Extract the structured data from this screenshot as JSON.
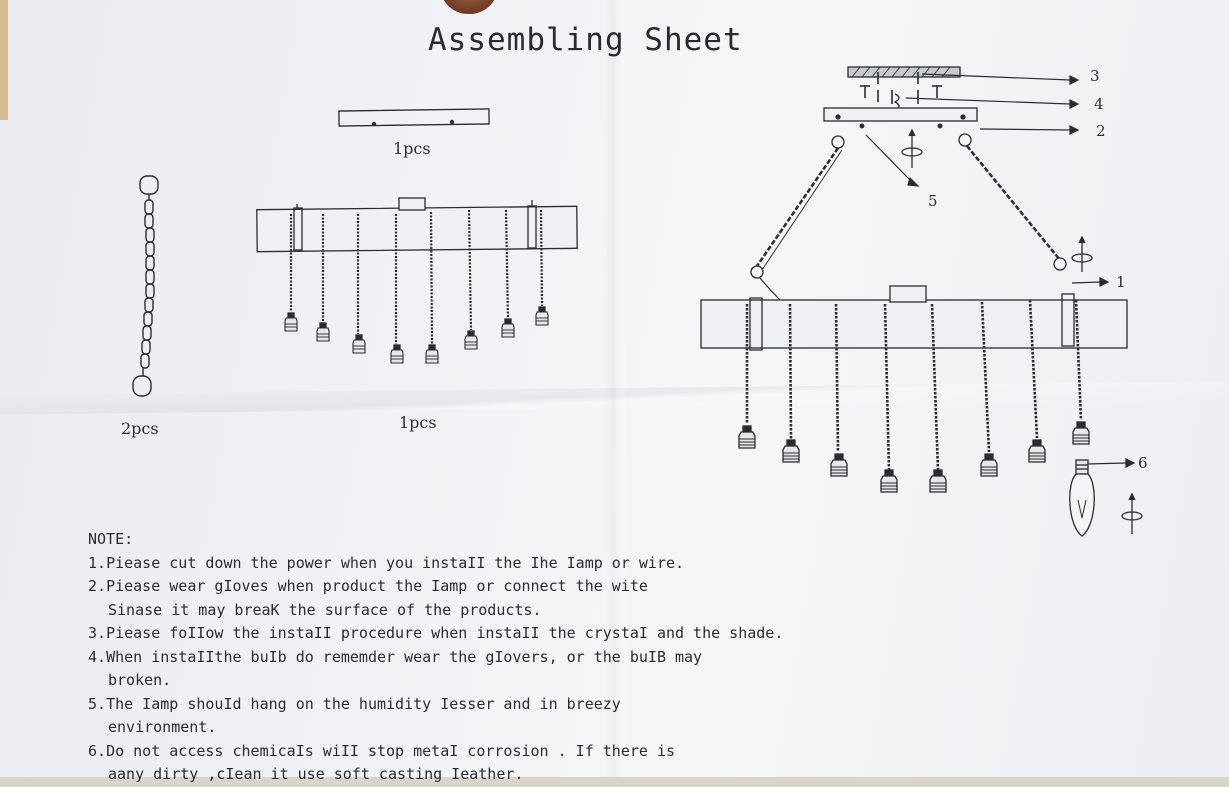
{
  "document": {
    "title": "Assembling Sheet",
    "parts": {
      "bracket_qty": "1pcs",
      "chain_qty": "2pcs",
      "bar_qty": "1pcs"
    },
    "callouts": [
      "3",
      "4",
      "2",
      "5",
      "1",
      "6"
    ],
    "notes": {
      "heading": "NOTE:",
      "items": [
        {
          "num": "1.",
          "lines": [
            "Piease cut down the power when you instaII the Ihe Iamp or wire."
          ]
        },
        {
          "num": "2.",
          "lines": [
            "Piease wear gIoves when product the Iamp or connect the wite",
            "Sinase it may breaK the surface of the products."
          ]
        },
        {
          "num": "3.",
          "lines": [
            "Piease foIIow the instaII procedure when instaII the crystaI and the shade."
          ]
        },
        {
          "num": "4.",
          "lines": [
            "When instaIIthe buIb do rememder wear the gIovers, or the buIB may",
            "broken."
          ]
        },
        {
          "num": "5.",
          "lines": [
            "The Iamp shouId hang on the humidity Iesser and in breezy",
            "environment."
          ]
        },
        {
          "num": "6.",
          "lines": [
            "Do not access chemicaIs wiII stop metaI corrosion .  If there  is",
            "aany dirty ,cIean  it use soft  casting Ieather."
          ]
        }
      ]
    },
    "colors": {
      "ink": "#2b2b30",
      "paper": "#f1f2f5",
      "thumb": "#7a4630"
    }
  }
}
